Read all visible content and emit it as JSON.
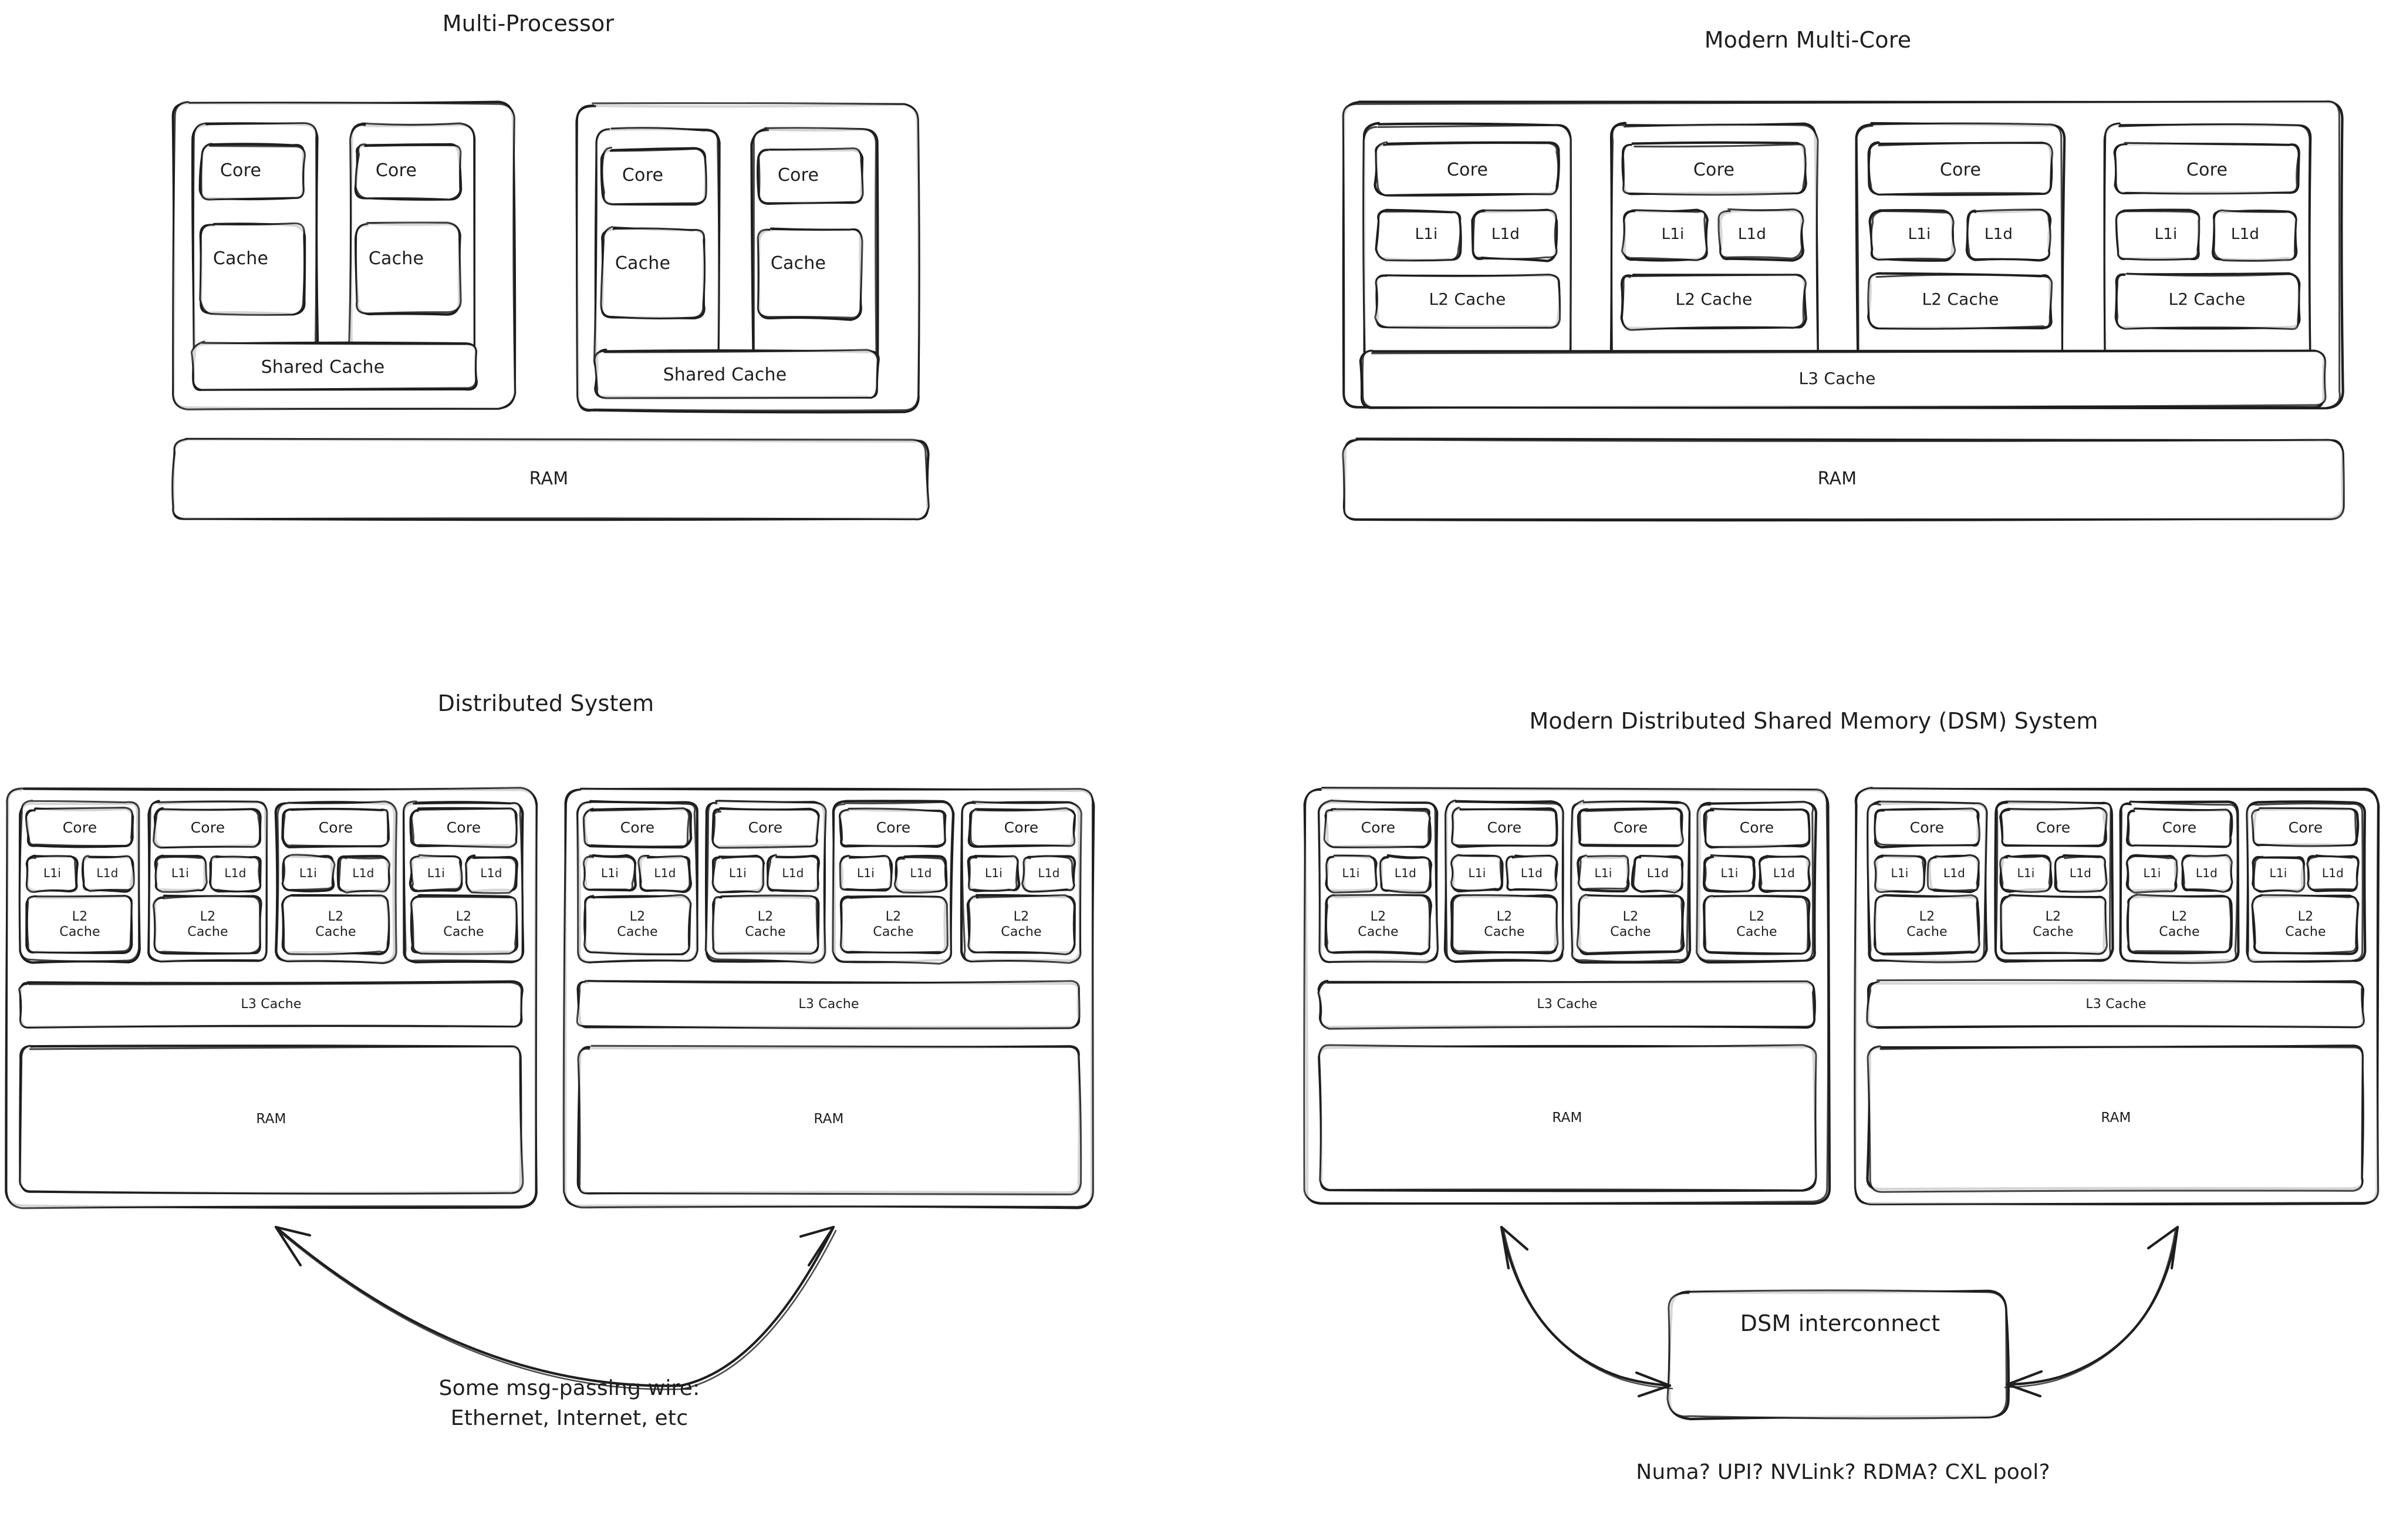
{
  "page": {
    "background": "#ffffff",
    "ink": "#1e1e1e",
    "style": "hand-drawn sketch (excalidraw)"
  },
  "panels": [
    {
      "id": "multi-processor",
      "title": "Multi-Processor",
      "sockets": [
        {
          "cores": [
            {
              "core_label": "Core",
              "cache_label": "Cache"
            },
            {
              "core_label": "Core",
              "cache_label": "Cache"
            }
          ],
          "shared_cache_label": "Shared Cache"
        },
        {
          "cores": [
            {
              "core_label": "Core",
              "cache_label": "Cache"
            },
            {
              "core_label": "Core",
              "cache_label": "Cache"
            }
          ],
          "shared_cache_label": "Shared Cache"
        }
      ],
      "ram_label": "RAM"
    },
    {
      "id": "modern-multi-core",
      "title": "Modern Multi-Core",
      "cores": [
        {
          "core_label": "Core",
          "l1i_label": "L1i",
          "l1d_label": "L1d",
          "l2_label": "L2 Cache"
        },
        {
          "core_label": "Core",
          "l1i_label": "L1i",
          "l1d_label": "L1d",
          "l2_label": "L2 Cache"
        },
        {
          "core_label": "Core",
          "l1i_label": "L1i",
          "l1d_label": "L1d",
          "l2_label": "L2 Cache"
        },
        {
          "core_label": "Core",
          "l1i_label": "L1i",
          "l1d_label": "L1d",
          "l2_label": "L2 Cache"
        }
      ],
      "l3_label": "L3 Cache",
      "ram_label": "RAM"
    },
    {
      "id": "distributed-system",
      "title": "Distributed System",
      "nodes": [
        {
          "cores": [
            {
              "core_label": "Core",
              "l1i_label": "L1i",
              "l1d_label": "L1d",
              "l2_label": "L2\nCache"
            },
            {
              "core_label": "Core",
              "l1i_label": "L1i",
              "l1d_label": "L1d",
              "l2_label": "L2\nCache"
            },
            {
              "core_label": "Core",
              "l1i_label": "L1i",
              "l1d_label": "L1d",
              "l2_label": "L2\nCache"
            },
            {
              "core_label": "Core",
              "l1i_label": "L1i",
              "l1d_label": "L1d",
              "l2_label": "L2\nCache"
            }
          ],
          "l3_label": "L3 Cache",
          "ram_label": "RAM"
        },
        {
          "cores": [
            {
              "core_label": "Core",
              "l1i_label": "L1i",
              "l1d_label": "L1d",
              "l2_label": "L2\nCache"
            },
            {
              "core_label": "Core",
              "l1i_label": "L1i",
              "l1d_label": "L1d",
              "l2_label": "L2\nCache"
            },
            {
              "core_label": "Core",
              "l1i_label": "L1i",
              "l1d_label": "L1d",
              "l2_label": "L2\nCache"
            },
            {
              "core_label": "Core",
              "l1i_label": "L1i",
              "l1d_label": "L1d",
              "l2_label": "L2\nCache"
            }
          ],
          "l3_label": "L3 Cache",
          "ram_label": "RAM"
        }
      ],
      "note": "Some msg-passing wire:\nEthernet, Internet, etc"
    },
    {
      "id": "dsm-system",
      "title": "Modern Distributed Shared Memory (DSM) System",
      "nodes": [
        {
          "cores": [
            {
              "core_label": "Core",
              "l1i_label": "L1i",
              "l1d_label": "L1d",
              "l2_label": "L2\nCache"
            },
            {
              "core_label": "Core",
              "l1i_label": "L1i",
              "l1d_label": "L1d",
              "l2_label": "L2\nCache"
            },
            {
              "core_label": "Core",
              "l1i_label": "L1i",
              "l1d_label": "L1d",
              "l2_label": "L2\nCache"
            },
            {
              "core_label": "Core",
              "l1i_label": "L1i",
              "l1d_label": "L1d",
              "l2_label": "L2\nCache"
            }
          ],
          "l3_label": "L3 Cache",
          "ram_label": "RAM"
        },
        {
          "cores": [
            {
              "core_label": "Core",
              "l1i_label": "L1i",
              "l1d_label": "L1d",
              "l2_label": "L2\nCache"
            },
            {
              "core_label": "Core",
              "l1i_label": "L1i",
              "l1d_label": "L1d",
              "l2_label": "L2\nCache"
            },
            {
              "core_label": "Core",
              "l1i_label": "L1i",
              "l1d_label": "L1d",
              "l2_label": "L2\nCache"
            },
            {
              "core_label": "Core",
              "l1i_label": "L1i",
              "l1d_label": "L1d",
              "l2_label": "L2\nCache"
            }
          ],
          "l3_label": "L3 Cache",
          "ram_label": "RAM"
        }
      ],
      "interconnect_label": "DSM interconnect",
      "note": "Numa? UPI? NVLink? RDMA? CXL pool?"
    }
  ]
}
